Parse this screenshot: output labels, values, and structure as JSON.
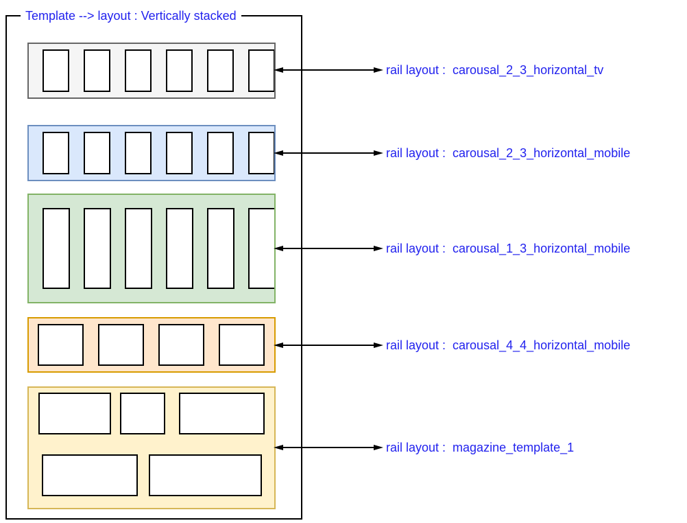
{
  "diagram": {
    "title": "Template --> layout : Vertically stacked",
    "text_color": "#2222ee",
    "card_fill": "#ffffff",
    "card_stroke": "#000000",
    "frame_stroke": "#000000",
    "rails": [
      {
        "name": "carousal_2_3_horizontal_tv",
        "label": "rail layout :  carousal_2_3_horizontal_tv",
        "fill": "#f5f5f5",
        "stroke": "#666666",
        "card_count": 6
      },
      {
        "name": "carousal_2_3_horizontal_mobile",
        "label": "rail layout :  carousal_2_3_horizontal_mobile",
        "fill": "#dae8fc",
        "stroke": "#6c8ebf",
        "card_count": 6
      },
      {
        "name": "carousal_1_3_horizontal_mobile",
        "label": "rail layout :  carousal_1_3_horizontal_mobile",
        "fill": "#d5e8d4",
        "stroke": "#82b366",
        "card_count": 6
      },
      {
        "name": "carousal_4_4_horizontal_mobile",
        "label": "rail layout :  carousal_4_4_horizontal_mobile",
        "fill": "#ffe6cc",
        "stroke": "#d79b00",
        "card_count": 4
      },
      {
        "name": "magazine_template_1",
        "label": "rail layout :  magazine_template_1",
        "fill": "#fff2cc",
        "stroke": "#d6b656",
        "card_count": 5
      }
    ]
  }
}
